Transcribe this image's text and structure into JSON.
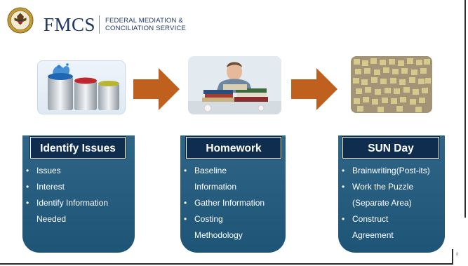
{
  "header": {
    "brand": "FMCS",
    "agency_line1": "FEDERAL MEDIATION &",
    "agency_line2": "CONCILIATION SERVICE"
  },
  "colors": {
    "navy": "#0f2d4f",
    "panel_blue": "#2f6587",
    "arrow_orange": "#c0601f",
    "brand_blue": "#1f3864"
  },
  "steps": [
    {
      "title": "Identify Issues",
      "image": "paint-cans-image",
      "bullets": [
        {
          "lines": [
            "Issues"
          ]
        },
        {
          "lines": [
            "Interest"
          ]
        },
        {
          "lines": [
            "Identify Information",
            "Needed"
          ]
        }
      ]
    },
    {
      "title": "Homework",
      "image": "student-with-books-image",
      "bullets": [
        {
          "lines": [
            "Baseline",
            "Information"
          ]
        },
        {
          "lines": [
            "Gather Information"
          ]
        },
        {
          "lines": [
            "Costing",
            "Methodology"
          ]
        }
      ]
    },
    {
      "title": "SUN Day",
      "image": "sticky-notes-wall-image",
      "bullets": [
        {
          "lines": [
            "Brainwriting(Post-its)"
          ]
        },
        {
          "lines": [
            "Work the Puzzle",
            "(Separate Area)"
          ]
        },
        {
          "lines": [
            "Construct",
            "Agreement"
          ]
        }
      ]
    }
  ],
  "page_number": "8"
}
